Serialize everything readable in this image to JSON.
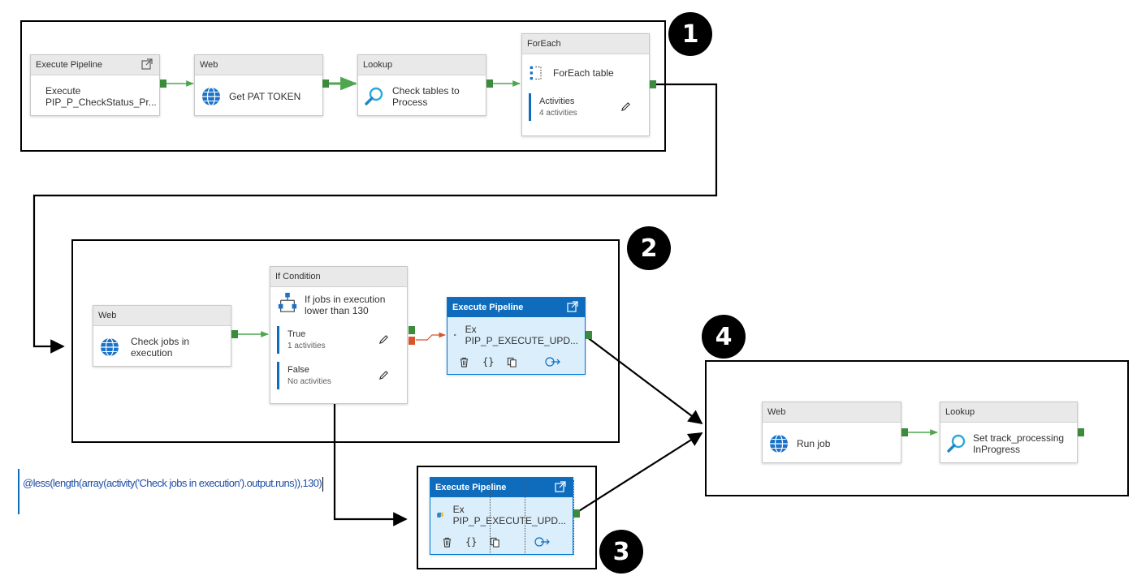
{
  "badges": [
    "1",
    "2",
    "3",
    "4"
  ],
  "colors": {
    "accent": "#0f6cbd",
    "success_port": "#3c8b3c",
    "failure_port": "#d9532c",
    "link_green": "#4ea64e"
  },
  "section1": {
    "execute_pipeline": {
      "header": "Execute Pipeline",
      "label_line1": "Execute",
      "label_line2": "PIP_P_CheckStatus_Pr...",
      "icon": "execute-pipeline-icon"
    },
    "web": {
      "header": "Web",
      "label": "Get PAT TOKEN",
      "icon": "globe-icon"
    },
    "lookup": {
      "header": "Lookup",
      "label_line1": "Check tables to",
      "label_line2": "Process",
      "icon": "magnifier-icon"
    },
    "foreach": {
      "header": "ForEach",
      "label": "ForEach table",
      "sub_title": "Activities",
      "sub_count": "4 activities",
      "icon": "foreach-icon"
    }
  },
  "section2": {
    "web": {
      "header": "Web",
      "label_line1": "Check jobs in",
      "label_line2": "execution",
      "icon": "globe-icon"
    },
    "if_condition": {
      "header": "If Condition",
      "label_line1": "If jobs in execution",
      "label_line2": "lower than 130",
      "true_title": "True",
      "true_count": "1 activities",
      "false_title": "False",
      "false_count": "No activities",
      "icon": "if-condition-icon"
    },
    "execute_pipeline": {
      "header": "Execute Pipeline",
      "label_line1": "Ex",
      "label_line2": "PIP_P_EXECUTE_UPD...",
      "icon": "execute-pipeline-icon"
    }
  },
  "section3": {
    "execute_pipeline": {
      "header": "Execute Pipeline",
      "label_line1": "Ex",
      "label_line2": "PIP_P_EXECUTE_UPD...",
      "icon": "execute-pipeline-icon"
    }
  },
  "section4": {
    "web": {
      "header": "Web",
      "label": "Run job",
      "icon": "globe-icon"
    },
    "lookup": {
      "header": "Lookup",
      "label_line1": "Set track_processing",
      "label_line2": "InProgress",
      "icon": "magnifier-icon"
    }
  },
  "expression": "@less(length(array(activity('Check jobs in execution').output.runs)),130)"
}
